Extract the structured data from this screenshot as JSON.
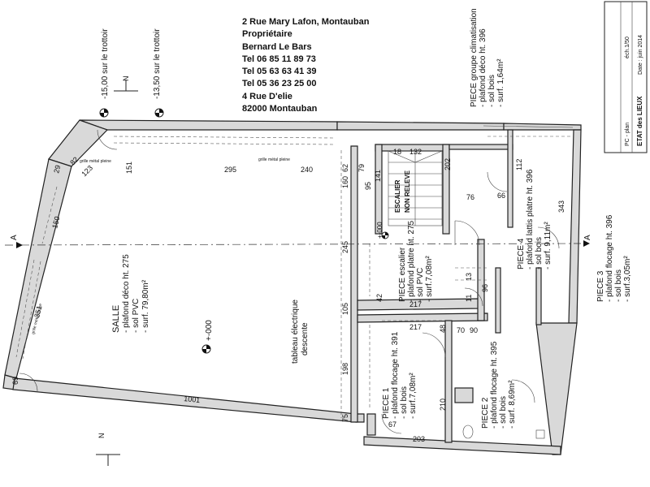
{
  "header": {
    "line1": "2 Rue Mary Lafon, Montauban",
    "line2": "Propriétaire",
    "line3": "Bernard Le Bars",
    "line4": "Tel 06 85 11 89 73",
    "line5": "Tel 05 63 63 41 39",
    "line6": "Tel  05 36 23 25 00",
    "line7": "4 Rue D'elie",
    "line8": "82000 Montauban"
  },
  "title_block": {
    "title": "ETAT des LIEUX",
    "subtitle": "PC - plan",
    "date": "Date : juin 2014",
    "scale": "éch.1/50"
  },
  "levels": {
    "sidewalk_left": "-15,00 sur le trottoir",
    "sidewalk_right": "-13,50 sur le trottoir",
    "center_mark": "+-000",
    "center_mark2": "+-000"
  },
  "rooms": {
    "salle": {
      "name": "SALLE",
      "ceiling": "- plafond déco ht. 275",
      "floor": "- sol PVC",
      "area": "- surf. 79,80m²"
    },
    "piece_escalier": {
      "name": "PIECE escalier",
      "ceiling": "- plafond platre ht. 275",
      "floor": "- sol PVC",
      "area": "- surf.7,08m²"
    },
    "piece_clim": {
      "name": "PIECE groupe climatisation",
      "ceiling": "- plafond déco ht. 396",
      "floor": "- sol bois",
      "area": "- surf. 1,64m²"
    },
    "piece4": {
      "name": "PIECE 4",
      "ceiling": "- plafond lattis platre ht. 396",
      "floor": "- sol bois",
      "area": "- surf. 9,11m²"
    },
    "piece3": {
      "name": "PIECE 3",
      "ceiling": "- plafond flocage ht. 396",
      "floor": "- sol bois",
      "area": "- surf.3,05m²"
    },
    "piece1": {
      "name": "PIECE 1",
      "ceiling": "- plafond flocage ht. 391",
      "floor": "- sol bois",
      "area": "- surf.7,08m²"
    },
    "piece2": {
      "name": "PIECE 2",
      "ceiling": "- plafond flocage ht. 395",
      "floor": "- sol bois",
      "area": "- surf. 8,69m²"
    }
  },
  "labels": {
    "escalier": "ESCALIER",
    "non_releve": "NON RELEVE",
    "tableau": "tableau électrique",
    "descente": "descente",
    "grille1": "grille métal pleine",
    "grille2": "grille métal pleine",
    "grille3": "grille métal pleine",
    "section_a_left": "A",
    "section_a_right": "A",
    "north_top": "N",
    "north_bottom": "N"
  },
  "dimensions": {
    "d151": "151",
    "d295": "295",
    "d240": "240",
    "d62": "62",
    "d123": "123",
    "d82": "82",
    "d29": "29",
    "d150": "150",
    "d351": "351",
    "d69": "69",
    "d1001": "1001",
    "d160": "160",
    "d245": "245",
    "d105": "105",
    "d198": "198",
    "d75": "75",
    "d42": "42",
    "d217a": "217",
    "d217b": "217",
    "d96": "96",
    "d48": "48",
    "d70": "70",
    "d90": "90",
    "d13": "13",
    "d11": "11",
    "d76": "76",
    "d66": "66",
    "d343": "343",
    "d112": "112",
    "d202": "202",
    "d132": "132",
    "d18": "18",
    "d141": "141",
    "d95": "95",
    "d210": "210",
    "d203": "203",
    "d67": "67",
    "d79": "79"
  }
}
